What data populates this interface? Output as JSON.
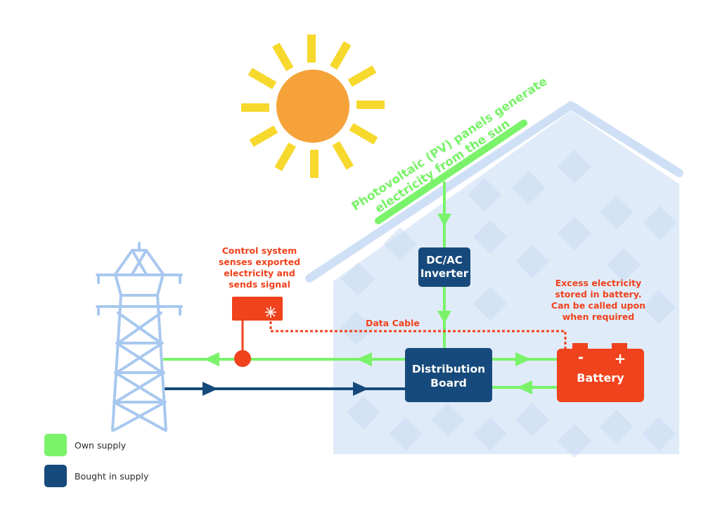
{
  "colors": {
    "own_supply": "#7af36a",
    "bought_supply": "#174a7c",
    "alert": "#f0421c",
    "house": "#dbe8f8",
    "house_outline": "#c9dcf5",
    "tower": "#a8c8ef",
    "sun": "#f6a23a",
    "sun_rays": "#f7d82c",
    "box_dark": "#174a7c"
  },
  "diagram": {
    "pv_caption_line1": "Photovoltaic (PV) panels generate",
    "pv_caption_line2": "electricity from the sun",
    "inverter_line1": "DC/AC",
    "inverter_line2": "Inverter",
    "distribution_line1": "Distribution",
    "distribution_line2": "Board",
    "battery_label": "Battery",
    "battery_minus": "-",
    "battery_plus": "+",
    "control_line1": "Control system",
    "control_line2": "senses exported",
    "control_line3": "electricity and",
    "control_line4": "sends signal",
    "excess_line1": "Excess electricity",
    "excess_line2": "stored in battery.",
    "excess_line3": "Can be called upon",
    "excess_line4": "when required",
    "data_cable": "Data Cable"
  },
  "legend": {
    "own_supply": "Own supply",
    "bought_supply": "Bought in supply"
  }
}
